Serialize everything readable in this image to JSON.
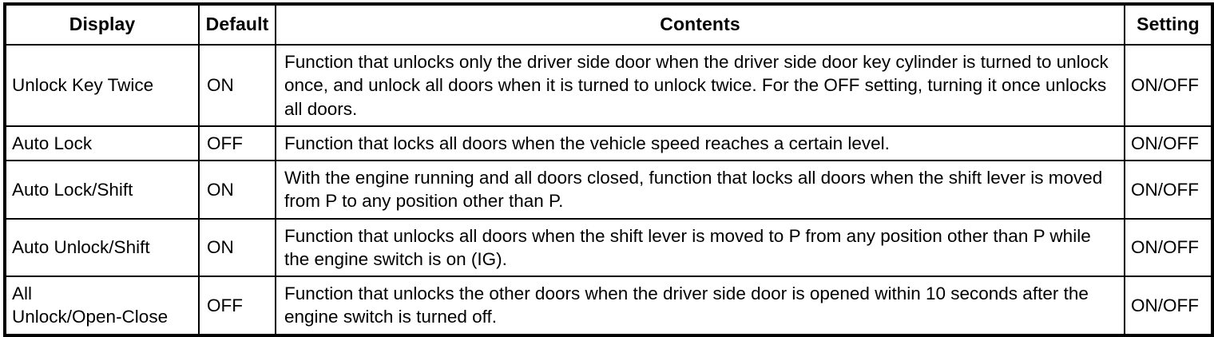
{
  "table": {
    "columns": [
      {
        "key": "display",
        "label": "Display"
      },
      {
        "key": "default",
        "label": "Default"
      },
      {
        "key": "contents",
        "label": "Contents"
      },
      {
        "key": "setting",
        "label": "Setting"
      }
    ],
    "rows": [
      {
        "display": "Unlock Key Twice",
        "default": "ON",
        "contents": "Function that unlocks only the driver side door when the driver side door key cylinder is turned to unlock once, and unlock all doors when it is turned to unlock twice. For the OFF setting, turning it once unlocks all doors.",
        "setting": "ON/OFF"
      },
      {
        "display": "Auto Lock",
        "default": "OFF",
        "contents": "Function that locks all doors when the vehicle speed reaches a certain level.",
        "setting": "ON/OFF"
      },
      {
        "display": "Auto Lock/Shift",
        "default": "ON",
        "contents": "With the engine running and all doors closed, function that locks all doors when the shift lever is moved from P to any position other than P.",
        "setting": "ON/OFF"
      },
      {
        "display": "Auto Unlock/Shift",
        "default": "ON",
        "contents": "Function that unlocks all doors when the shift lever is moved to P from any position other than P while the engine switch is on (IG).",
        "setting": "ON/OFF"
      },
      {
        "display": "All\nUnlock/Open-Close",
        "default": "OFF",
        "contents": "Function that unlocks the other doors when the driver side door is opened within 10 seconds after the engine switch is turned off.",
        "setting": "ON/OFF"
      }
    ]
  },
  "colors": {
    "border": "#000000",
    "text": "#000000",
    "background": "#ffffff"
  }
}
